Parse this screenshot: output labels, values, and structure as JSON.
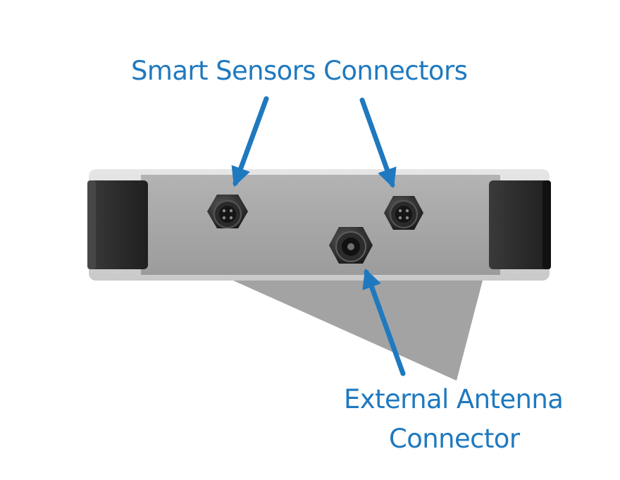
{
  "callouts": {
    "sensors_label": "Smart Sensors Connectors",
    "antenna_label_line1": "External Antenna",
    "antenna_label_line2": "Connector"
  },
  "colors": {
    "callout_blue": "#1f79bf",
    "housing_gray": "#a9a9a9",
    "bumper_dark": "#2e2e2e",
    "shadow_gray": "#a3a3a3"
  }
}
